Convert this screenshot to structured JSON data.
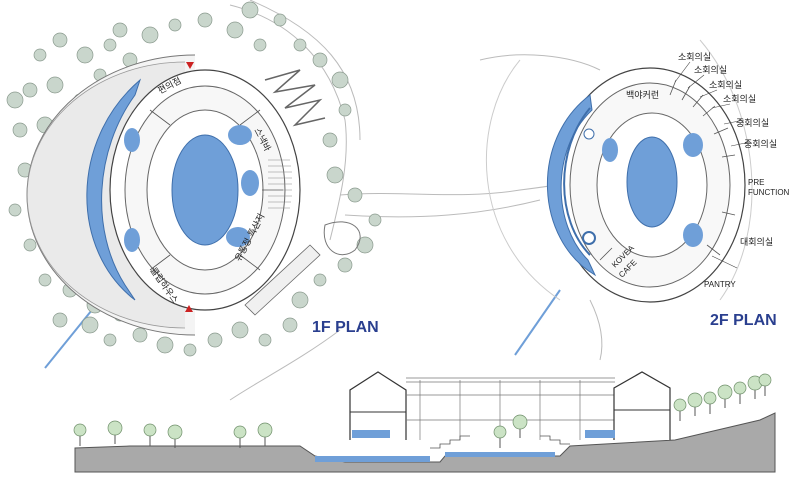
{
  "plan_1f": {
    "title": "1F PLAN",
    "rooms": {
      "convenience": "편의점",
      "snack": "스낵바",
      "hall": "유통정 특산지",
      "clubhouse": "클럽하우스"
    }
  },
  "plan_2f": {
    "title": "2F PLAN",
    "rooms": {
      "backyard": "백야커런",
      "small1": "소회의실",
      "small2": "소회의실",
      "small3": "소회의실",
      "small4": "소회의실",
      "medium1": "중회의실",
      "medium2": "중회의실",
      "prefunction_1": "PRE",
      "prefunction_2": "FUNCTION",
      "large": "대회의실",
      "pantry": "PANTRY",
      "cafe_1": "KOVEA",
      "cafe_2": "CAFE"
    }
  },
  "colors": {
    "water": "#6f9fd8",
    "water_light": "#9dc2ec",
    "tree": "#c9d6cc",
    "line": "#555555",
    "title": "#2a3f8f"
  }
}
